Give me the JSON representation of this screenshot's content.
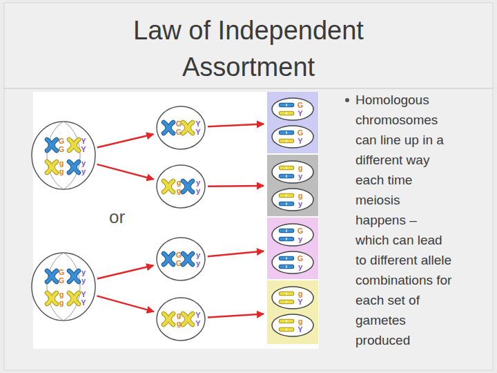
{
  "diagram": {
    "title": "Law of Independent Assortment",
    "nodes": [
      {
        "text": [
          "G",
          "G",
          "Y",
          "Y",
          "g",
          "g",
          "y",
          "y"
        ]
      },
      {
        "text": [
          "G",
          "G",
          "Y",
          "Y"
        ]
      },
      {
        "text": [
          "g",
          "g",
          "y",
          "y"
        ]
      },
      {
        "text": [
          "G",
          "G",
          "y",
          "y",
          "g",
          "g",
          "Y",
          "Y"
        ]
      },
      {
        "text": [
          "G",
          "G",
          "y",
          "y"
        ]
      },
      {
        "text": [
          "g",
          "g",
          "Y",
          "Y"
        ]
      },
      {
        "text": []
      },
      {
        "text": [
          "G",
          "Y"
        ],
        "in": 6
      },
      {
        "text": [
          "G",
          "Y"
        ],
        "in": 6
      },
      {
        "text": []
      },
      {
        "text": [
          "g",
          "y"
        ],
        "in": 9
      },
      {
        "text": [
          "g",
          "y"
        ],
        "in": 9
      },
      {
        "text": []
      },
      {
        "text": [
          "G",
          "y"
        ],
        "in": 12
      },
      {
        "text": [
          "G",
          "y"
        ],
        "in": 12
      },
      {
        "text": []
      },
      {
        "text": [
          "g",
          "Y"
        ],
        "in": 15
      },
      {
        "text": [
          "g",
          "Y"
        ],
        "in": 15
      }
    ],
    "edges": [
      {
        "from": 0,
        "to": 1,
        "arrow": "to"
      },
      {
        "from": 0,
        "to": 2,
        "arrow": "to"
      },
      {
        "from": 3,
        "to": 4,
        "arrow": "to"
      },
      {
        "from": 3,
        "to": 5,
        "arrow": "to"
      },
      {
        "from": 1,
        "to": 6,
        "arrow": "to"
      },
      {
        "from": 2,
        "to": 9,
        "arrow": "to"
      },
      {
        "from": 4,
        "to": 12,
        "arrow": "to"
      },
      {
        "from": 5,
        "to": 15,
        "arrow": "to"
      }
    ],
    "labels": [
      "or",
      "Homologous chromosomes can line up in a different way each time meiosis happens – which can lead to different allele combinations for each set of gametes produced"
    ]
  }
}
